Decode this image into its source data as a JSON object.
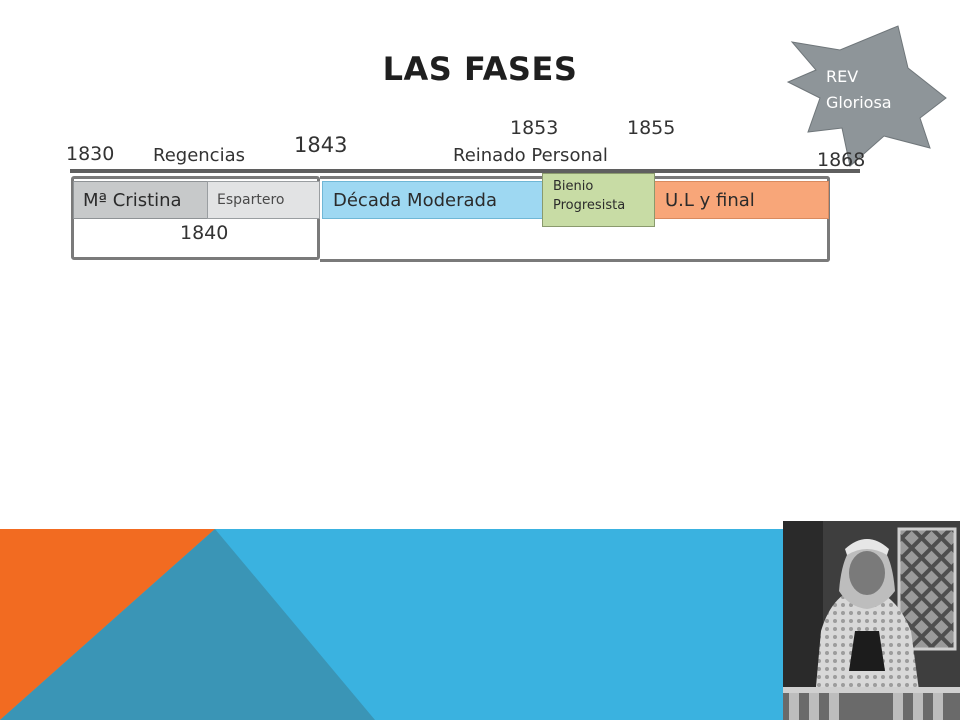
{
  "slide": {
    "title": "LAS FASES"
  },
  "timeline": {
    "years": {
      "y1830": "1830",
      "y1840": "1840",
      "y1843": "1843",
      "y1853": "1853",
      "y1855": "1855",
      "y1868": "1868"
    },
    "period_labels": {
      "regencias": "Regencias",
      "reinado_personal": "Reinado Personal"
    },
    "segments": {
      "cristina": "Mª Cristina",
      "espartero": "Espartero",
      "moderada": "Década Moderada",
      "bienio_line1": "Bienio",
      "bienio_line2": "Progresista",
      "final": "U.L y final"
    }
  },
  "callout": {
    "line1": "REV",
    "line2": "Gloriosa",
    "color": "#8e9599"
  },
  "colors": {
    "footer_orange": "#f26b21",
    "footer_blue": "#3ab2e0",
    "footer_dark_blue": "#3a95b6",
    "cristina": "#c7c9ca",
    "espartero": "#e2e3e4",
    "moderada": "#9ed8f2",
    "bienio": "#c8dca5",
    "final": "#f8a679"
  }
}
